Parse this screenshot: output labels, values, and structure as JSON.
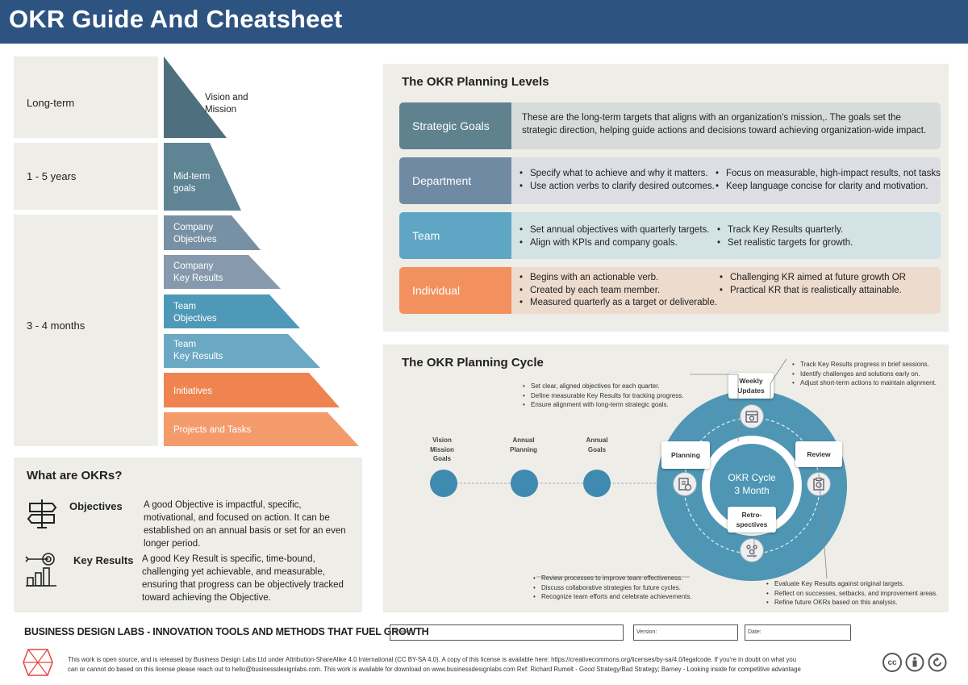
{
  "header": {
    "title": "OKR Guide And Cheatsheet"
  },
  "pyramid": {
    "time_labels": [
      "Long-term",
      "1 - 5 years",
      "3 - 4 months"
    ],
    "levels": [
      {
        "line1": "Vision and",
        "line2": "Mission",
        "color": "#4e6f7d"
      },
      {
        "line1": "Mid-term",
        "line2": "goals",
        "color": "#5f8594"
      },
      {
        "line1": "Company",
        "line2": "Objectives",
        "color": "#7890a4"
      },
      {
        "line1": "Company",
        "line2": "Key Results",
        "color": "#8799ac"
      },
      {
        "line1": "Team",
        "line2": "Objectives",
        "color": "#4f99b8"
      },
      {
        "line1": "Team",
        "line2": "Key Results",
        "color": "#6aa8c3"
      },
      {
        "line1": "Initiatives",
        "line2": "",
        "color": "#ef8450"
      },
      {
        "line1": "Projects and Tasks",
        "line2": "",
        "color": "#f49b6c"
      }
    ]
  },
  "levels_panel": {
    "title": "The OKR Planning Levels",
    "rows": [
      {
        "name": "Strategic Goals",
        "head_color": "#5f828e",
        "body_color": "#d7dcdb",
        "text": "These are the long-term targets that aligns with an organization's mission,. The goals set the strategic direction, helping guide actions and decisions toward achieving organization-wide impact."
      },
      {
        "name": "Department",
        "head_color": "#718aa3",
        "body_color": "#dcdee3",
        "col1": [
          "Specify what to achieve and why it matters.",
          "Use action verbs to clarify desired outcomes."
        ],
        "col2": [
          "Focus on measurable, high-impact results, not tasks.",
          "Keep language concise for clarity and motivation."
        ]
      },
      {
        "name": "Team",
        "head_color": "#5fa6c4",
        "body_color": "#d3e2e4",
        "col1": [
          "Set annual objectives with quarterly targets.",
          "Align with KPIs and company goals."
        ],
        "col2": [
          "Track Key Results quarterly.",
          "Set realistic targets for growth."
        ]
      },
      {
        "name": "Individual",
        "head_color": "#f2915e",
        "body_color": "#eddbcd",
        "col1": [
          "Begins with an actionable verb.",
          "Created by each team member.",
          "Measured quarterly as a target or deliverable."
        ],
        "col2": [
          "Challenging KR aimed at future growth OR",
          "Practical KR that is realistically attainable."
        ]
      }
    ]
  },
  "cycle_panel": {
    "title": "The OKR Planning Cycle",
    "timeline": [
      {
        "l1": "Vision",
        "l2": "Mission",
        "l3": "Goals"
      },
      {
        "l1": "Annual",
        "l2": "Planning",
        "l3": ""
      },
      {
        "l1": "Annual",
        "l2": "Goals",
        "l3": ""
      }
    ],
    "planning_notes": [
      "Set clear, aligned objectives for each quarter.",
      "Define measurable Key Results for tracking progress.",
      "Ensure alignment with long-term strategic goals."
    ],
    "weekly_notes": [
      "Track Key Results progress in brief sessions.",
      "Identify challenges and solutions early on.",
      "Adjust short-term actions to maintain alignment."
    ],
    "retro_notes": [
      "Review processes to improve team effectiveness.",
      "Discuss collaborative strategies for future cycles.",
      "Recognize team efforts and celebrate achievements."
    ],
    "review_notes": [
      "Evaluate Key Results against original targets.",
      "Reflect on successes, setbacks, and improvement areas.",
      "Refine future OKRs based on this analysis."
    ],
    "center_l1": "OKR Cycle",
    "center_l2": "3 Month",
    "stages": {
      "weekly_l1": "Weekly",
      "weekly_l2": "Updates",
      "planning": "Planning",
      "review": "Review",
      "retro_l1": "Retro-",
      "retro_l2": "spectives"
    },
    "ring_color": "#4f96b5"
  },
  "okrs": {
    "title": "What are OKRs?",
    "objectives_label": "Objectives",
    "objectives_text": "A good Objective is impactful, specific, motivational, and focused on action. It can be established on an annual basis or set for an even longer period.",
    "key_results_label": "Key Results",
    "key_results_text": "A good Key Result is specific, time-bound, challenging yet achievable, and measurable, ensuring that progress can be objectively tracked toward achieving the Objective."
  },
  "footer": {
    "tagline": "BUSINESS DESIGN LABS - INNOVATION TOOLS AND METHODS THAT FUEL GROWTH",
    "project_label": "Project:",
    "version_label": "Version:",
    "date_label": "Date:",
    "license_line1": "This work is open source, and is released by Business Design Labs Ltd under Attribution-ShareAlike 4.0 International (CC BY-SA 4.0). A copy of this license is available here: https://creativecommons.org/licenses/by-sa/4.0/legalcode. If you're in doubt on what you",
    "license_line2": "can or cannot do based on this license please reach out to hello@businessdesignlabs.com. This work is available for download on www.businessdesignlabs.com Ref: Richard Rumelt - Good Strategy/Bad Strategy; Barney - Looking inside for competitive advantage",
    "cc_badge": "cc"
  }
}
